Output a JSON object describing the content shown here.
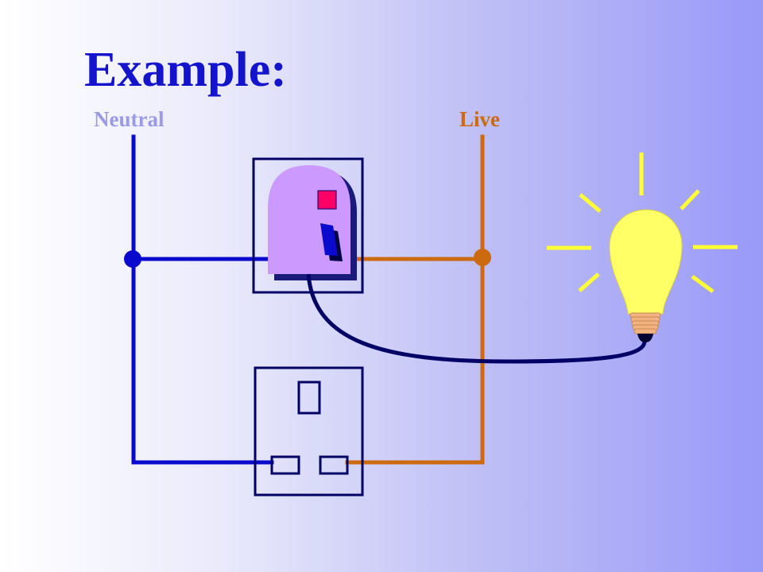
{
  "slide": {
    "title": "Example:"
  },
  "labels": {
    "neutral": "Neutral",
    "live": "Live"
  },
  "colors": {
    "title": "#1414cc",
    "neutral_wire": "#0a0acc",
    "live_wire": "#cc6a10",
    "lamp_cable": "#000066",
    "switch_body": "#cc99ff",
    "switch_indicator": "#ff0066",
    "switch_rocker": "#0a0acc",
    "bulb": "#ffff66",
    "bulb_rays": "#ffff33",
    "bulb_cap": "#f2b380",
    "neutral_label": "#9a9ae8",
    "live_label": "#cc6a10"
  },
  "components": {
    "switch": "light-switch",
    "socket": "wall-socket",
    "lamp": "light-bulb"
  }
}
